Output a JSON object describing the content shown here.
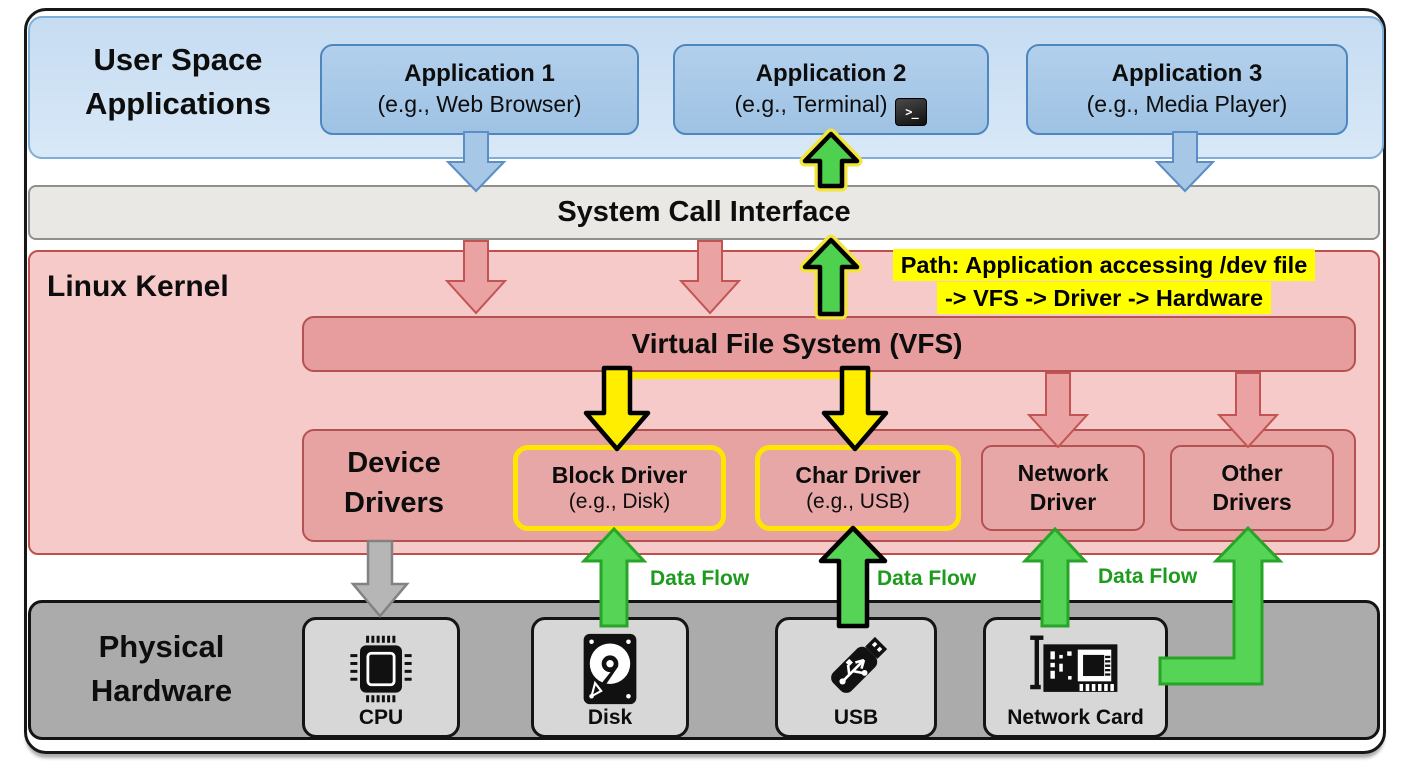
{
  "diagram": {
    "user_space": {
      "label_line1": "User Space",
      "label_line2": "Applications",
      "apps": [
        {
          "title": "Application 1",
          "subtitle": "(e.g., Web Browser)"
        },
        {
          "title": "Application 2",
          "subtitle": "(e.g., Terminal)",
          "icon_glyph": ">_"
        },
        {
          "title": "Application 3",
          "subtitle": "(e.g., Media Player)"
        }
      ]
    },
    "syscall_bar": {
      "label": "System Call Interface"
    },
    "kernel": {
      "label": "Linux Kernel",
      "vfs_label": "Virtual File System (VFS)",
      "device_drivers_line1": "Device",
      "device_drivers_line2": "Drivers",
      "drivers": [
        {
          "line1": "Block Driver",
          "line2": "(e.g., Disk)"
        },
        {
          "line1": "Char Driver",
          "line2": "(e.g., USB)"
        },
        {
          "line1": "Network",
          "line2": "Driver"
        },
        {
          "line1": "Other",
          "line2": "Drivers"
        }
      ]
    },
    "annotation": {
      "line1": "Path: Application accessing /dev file",
      "line2": "-> VFS -> Driver -> Hardware"
    },
    "data_flow_labels": [
      "Data Flow",
      "Data Flow",
      "Data Flow"
    ],
    "hardware": {
      "label_line1": "Physical",
      "label_line2": "Hardware",
      "devices": [
        {
          "label": "CPU"
        },
        {
          "label": "Disk"
        },
        {
          "label": "USB"
        },
        {
          "label": "Network Card"
        }
      ]
    },
    "colors": {
      "user_space_band": "#cfe1f3",
      "app_box_fill": "#a9cae9",
      "app_box_border": "#4d87bd",
      "syscall_bar_fill": "#e9e8e4",
      "kernel_band_fill": "#f7caca",
      "kernel_box_fill": "#e79d9d",
      "kernel_border": "#b45151",
      "highlight_yellow": "#ffee00",
      "annotation_yellow": "#ffff00",
      "green_arrow": "#4ed14e",
      "data_flow_green": "#1d9b1d",
      "blue_arrow": "#a6c7e6",
      "red_arrow": "#eaa2a2",
      "gray_arrow": "#b6b6b6",
      "hardware_band_fill": "#ababab",
      "hardware_box_fill": "#d7d7d7"
    }
  }
}
